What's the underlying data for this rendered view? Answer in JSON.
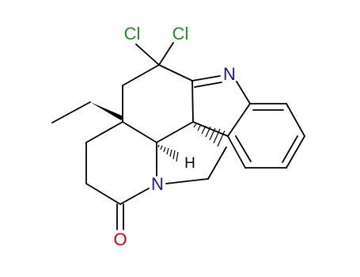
{
  "atoms": {
    "cl_left": {
      "text": "Cl",
      "color": "#228B22"
    },
    "cl_right": {
      "text": "Cl",
      "color": "#228B22"
    },
    "n_indole": {
      "text": "N",
      "color": "#1a1a8c"
    },
    "n_amide": {
      "text": "N",
      "color": "#1a1a8c"
    },
    "o_carbonyl": {
      "text": "O",
      "color": "#dd0000"
    },
    "h_stereo": {
      "text": "H",
      "color": "#000000"
    }
  },
  "colors": {
    "bond": "#000000",
    "background": "#ffffff"
  }
}
